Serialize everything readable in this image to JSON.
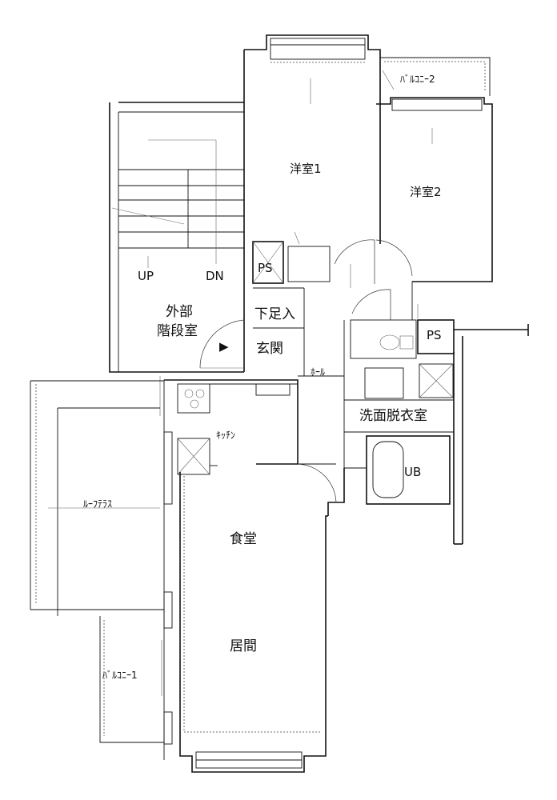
{
  "rooms": {
    "bedroom1": "洋室1",
    "bedroom2": "洋室2",
    "balcony2": "ﾊﾞﾙｺﾆｰ2",
    "balcony1": "ﾊﾞﾙｺﾆｰ1",
    "ps_upper": "PS",
    "ps_lower": "PS",
    "up": "UP",
    "dn": "DN",
    "stairs_line1": "外部",
    "stairs_line2": "階段室",
    "shoe_closet": "下足入",
    "entrance": "玄関",
    "hall": "ﾎｰﾙ",
    "kitchen": "ｷｯﾁﾝ",
    "washroom": "洗面脱衣室",
    "unit_bath": "UB",
    "roof_terrace": "ﾙｰﾌﾃﾗｽ",
    "dining": "食堂",
    "living": "居間"
  },
  "markers": {
    "entrance_arrow": "▶"
  }
}
